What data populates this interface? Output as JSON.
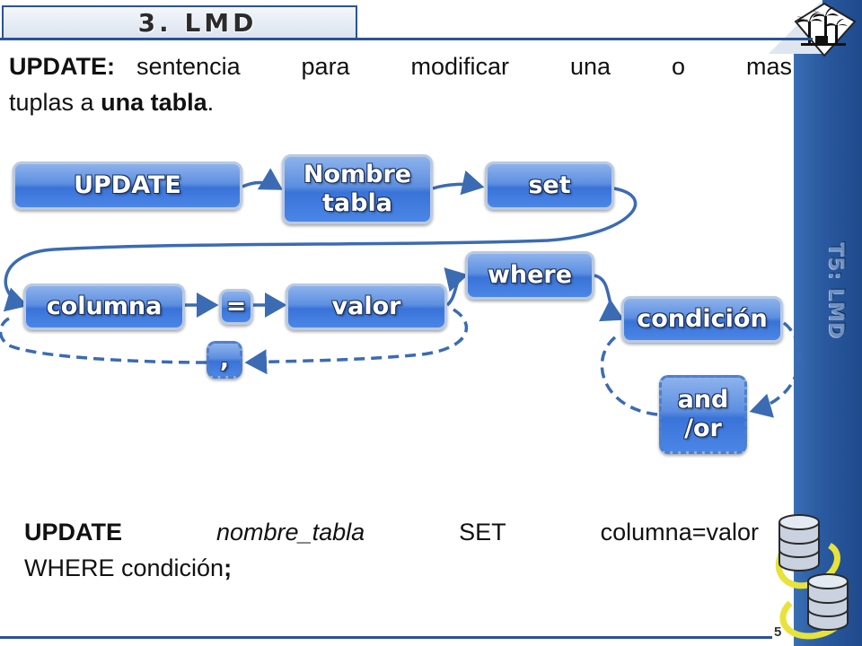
{
  "header": {
    "title": "3. LMD"
  },
  "sidebar": {
    "label": "T5: LMD",
    "page_number": "5"
  },
  "intro": {
    "keyword": "UPDATE:",
    "line1_rest": "sentencia para modificar una o mas",
    "line2_pre": "tuplas a ",
    "line2_bold": "una tabla",
    "line2_post": "."
  },
  "diagram": {
    "update": "UPDATE",
    "nombre_1": "Nombre",
    "nombre_2": "tabla",
    "set": "set",
    "columna": "columna",
    "equals": "=",
    "valor": "valor",
    "comma": ",",
    "where": "where",
    "condicion": "condición",
    "andor_1": "and",
    "andor_2": "/or"
  },
  "syntax": {
    "keyword": "UPDATE",
    "table": "nombre_tabla",
    "set": "SET",
    "assign": "columna=valor",
    "line2": "WHERE condición",
    "semicolon": ";"
  },
  "colors": {
    "accent": "#2a5298",
    "box_fill": "#3a73d8",
    "arrow": "#3b6bb3",
    "cylinder_ring": "#e8e23a"
  }
}
